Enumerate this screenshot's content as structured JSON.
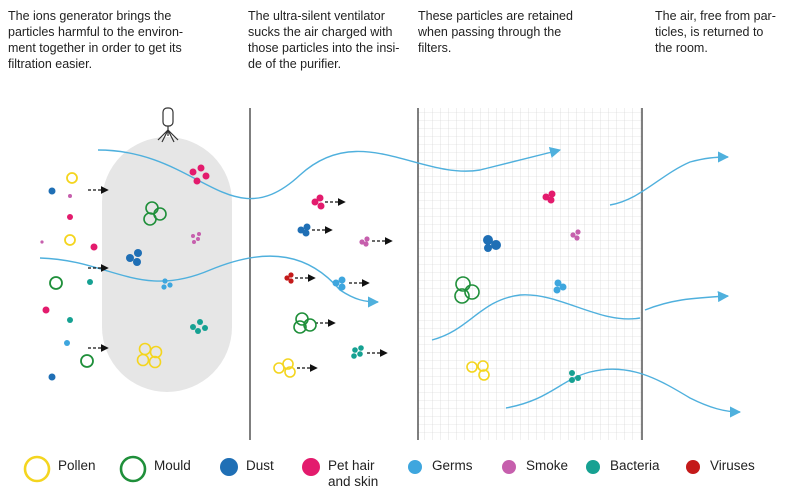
{
  "steps": [
    {
      "text": "The ions generator brings the\nparticles harmful to the environ-\nment together in order to get its\nfiltration easier."
    },
    {
      "text": "The ultra-silent ventilator\nsucks the air charged with\nthose particles into the insi-\nde of the purifier."
    },
    {
      "text": "These particles are retained\nwhen passing through the\nfilters."
    },
    {
      "text": "The air, free from par-\nticles, is returned to\nthe room."
    }
  ],
  "legend": [
    {
      "label": "Pollen",
      "color": "#f4d51f",
      "shape": "ring",
      "icon": "pollen-icon"
    },
    {
      "label": "Mould",
      "color": "#1f8f3a",
      "shape": "ring",
      "icon": "mould-icon"
    },
    {
      "label": "Dust",
      "color": "#1f6fb5",
      "shape": "dot",
      "icon": "dust-icon"
    },
    {
      "label": "Pet hair\nand skin",
      "color": "#e31b6d",
      "shape": "dot",
      "icon": "pet-hair-icon"
    },
    {
      "label": "Germs",
      "color": "#3ea6de",
      "shape": "dot",
      "icon": "germs-icon"
    },
    {
      "label": "Smoke",
      "color": "#c65fad",
      "shape": "dot",
      "icon": "smoke-icon"
    },
    {
      "label": "Bacteria",
      "color": "#16a192",
      "shape": "dot",
      "icon": "bacteria-icon"
    },
    {
      "label": "Viruses",
      "color": "#c41a1a",
      "shape": "dot",
      "icon": "viruses-icon"
    }
  ],
  "colors": {
    "airflow": "#4fb0dd",
    "ionizer_zone": "#e6e6e6",
    "divider": "#555555",
    "filter_grid": "#c9c9c9"
  }
}
